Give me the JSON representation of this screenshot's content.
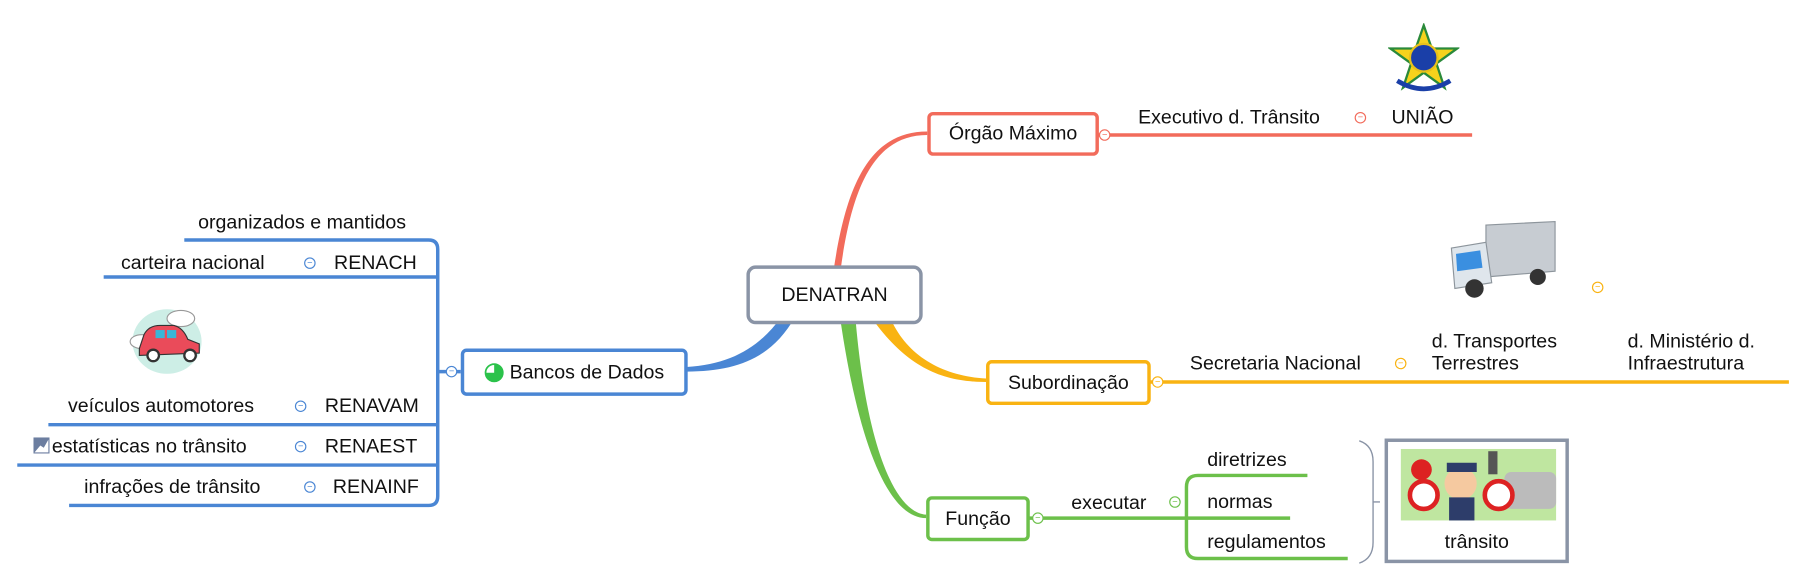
{
  "central": {
    "label": "DENATRAN"
  },
  "colors": {
    "central": "#8a94a6",
    "orgao": "#f26b5b",
    "subordinacao": "#f9b312",
    "funcao": "#6cc04a",
    "bancos": "#4a86d4"
  },
  "orgao_maximo": {
    "label": "Órgão Máximo",
    "child": "Executivo d. Trânsito",
    "grandchild": "UNIÃO",
    "image": "brazil-coat-of-arms"
  },
  "subordinacao": {
    "label": "Subordinação",
    "child": "Secretaria Nacional",
    "grandchild_line1": "d. Transportes",
    "grandchild_line2": "Terrestres",
    "great_line1": "d. Ministério d.",
    "great_line2": "Infraestrutura",
    "image": "truck"
  },
  "funcao": {
    "label": "Função",
    "child": "executar",
    "items": [
      "diretrizes",
      "normas",
      "regulamentos"
    ],
    "summary": "trânsito",
    "image": "traffic-officer"
  },
  "bancos": {
    "label": "Bancos de Dados",
    "icon": "progress-pie-icon",
    "items": [
      {
        "text": "organizados e mantidos"
      },
      {
        "text": "carteira nacional",
        "code": "RENACH"
      },
      {
        "text": "veículos automotores",
        "code": "RENAVAM",
        "image": "car"
      },
      {
        "text": "estatísticas no trânsito",
        "code": "RENAEST",
        "icon": "chart-icon"
      },
      {
        "text": "infrações de trânsito",
        "code": "RENAINF"
      }
    ]
  }
}
